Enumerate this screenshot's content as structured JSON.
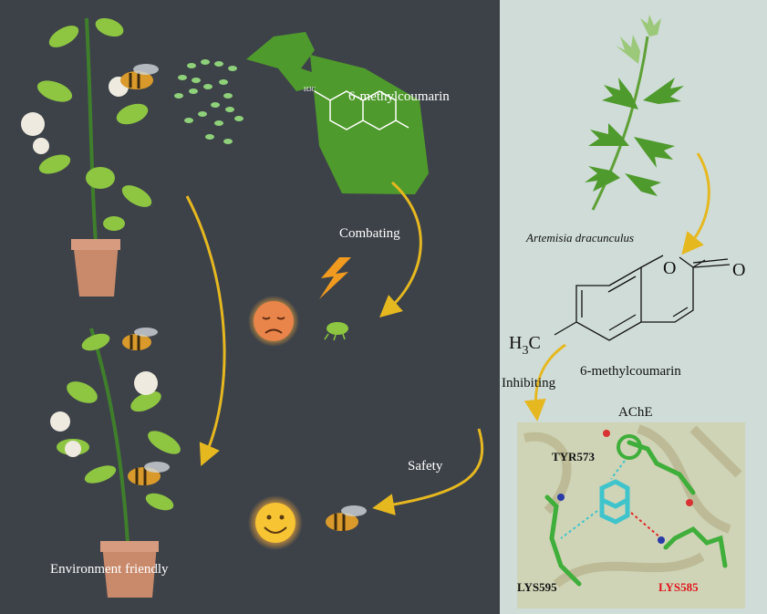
{
  "left_panel": {
    "spray_compound_label": "6-methylcoumarin",
    "combating_label": "Combating",
    "safety_label": "Safety",
    "environment_label": "Environment friendly",
    "methyl_group_label": "H3C"
  },
  "right_panel": {
    "plant_name": "Artemisia dracunculus",
    "compound_name": "6-methylcoumarin",
    "methyl_label": "H",
    "methyl_subscript": "3",
    "methyl_c": "C",
    "oxygen_ring": "O",
    "oxygen_carbonyl": "O",
    "inhibiting_label": "Inhibiting",
    "enzyme_label": "AChE",
    "residues": {
      "tyr": "TYR573",
      "lys595": "LYS595",
      "lys585": "LYS585"
    }
  },
  "colors": {
    "left_bg": "#3d4249",
    "right_bg": "#cfdcd7",
    "arrow": "#e6b820",
    "spray_green": "#4f9a2c",
    "pot": "#c98a6c",
    "lys585_red": "#e0141c"
  }
}
